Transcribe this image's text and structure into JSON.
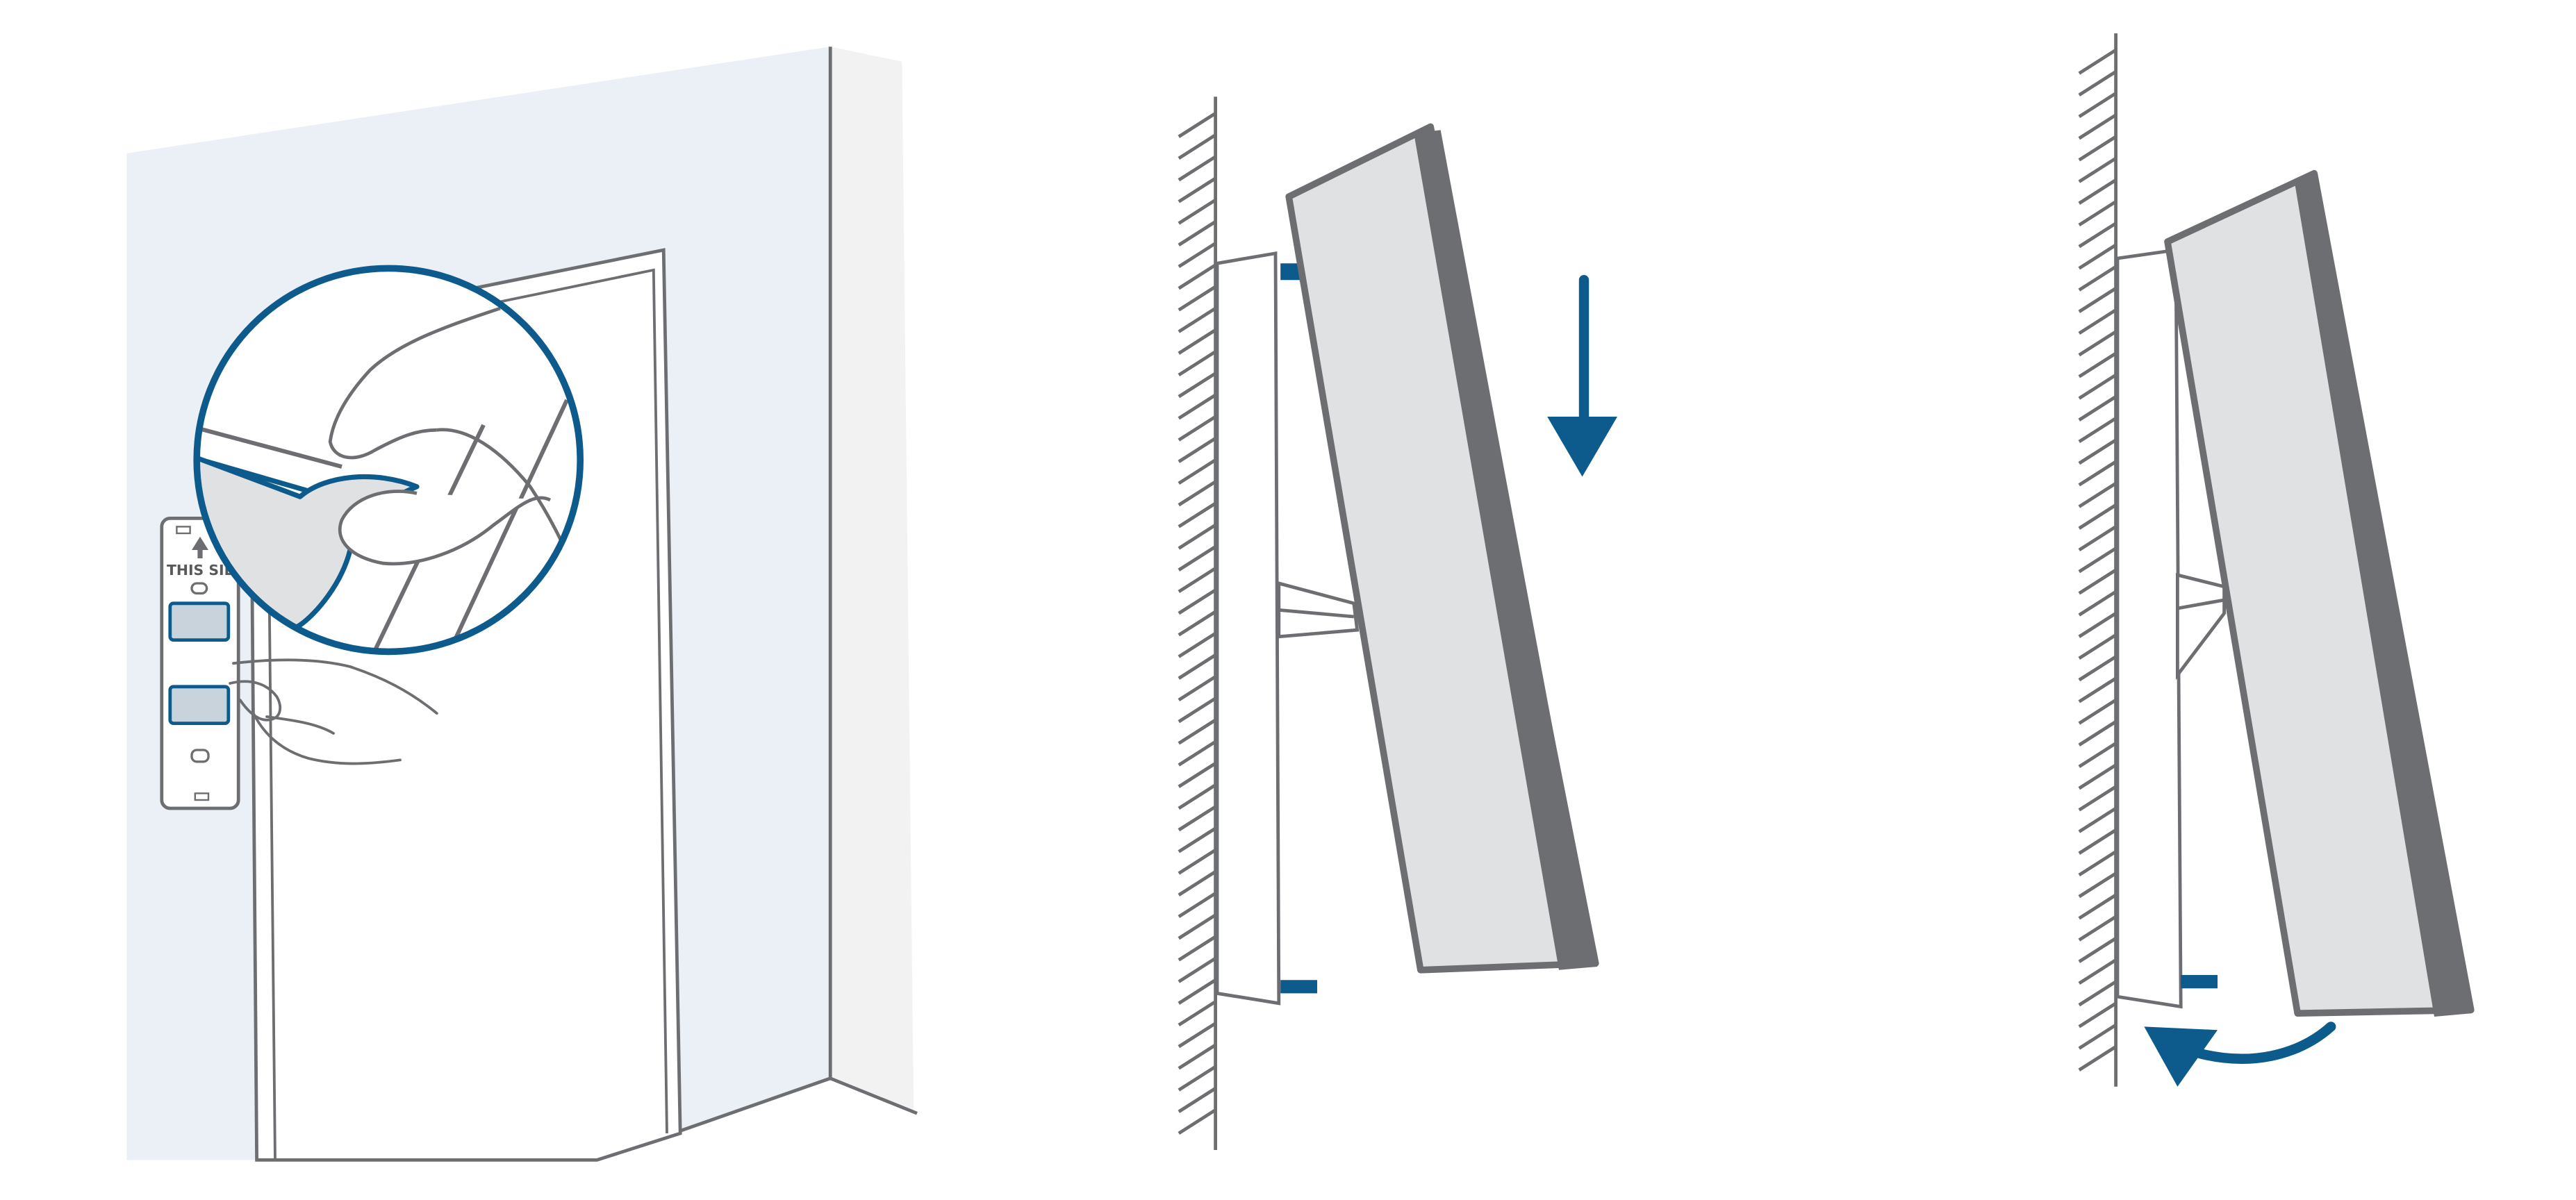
{
  "panels": [
    {
      "id": "step-1",
      "plate_label": "THIS SIDE",
      "plate_arrow_icon": "arrow-up-icon",
      "zoom_icon": "magnifier-callout"
    },
    {
      "id": "step-2",
      "direction_icon": "arrow-down-icon"
    },
    {
      "id": "step-3",
      "direction_icon": "curved-arrow-left-icon"
    }
  ],
  "colors": {
    "accent": "#0c5b8c",
    "wall_tint": "#eaf0f6",
    "wall_side": "#f2f2f3",
    "line": "#6d6e71",
    "panel_fill": "#e0e1e3",
    "panel_edge": "#6d6e71"
  }
}
